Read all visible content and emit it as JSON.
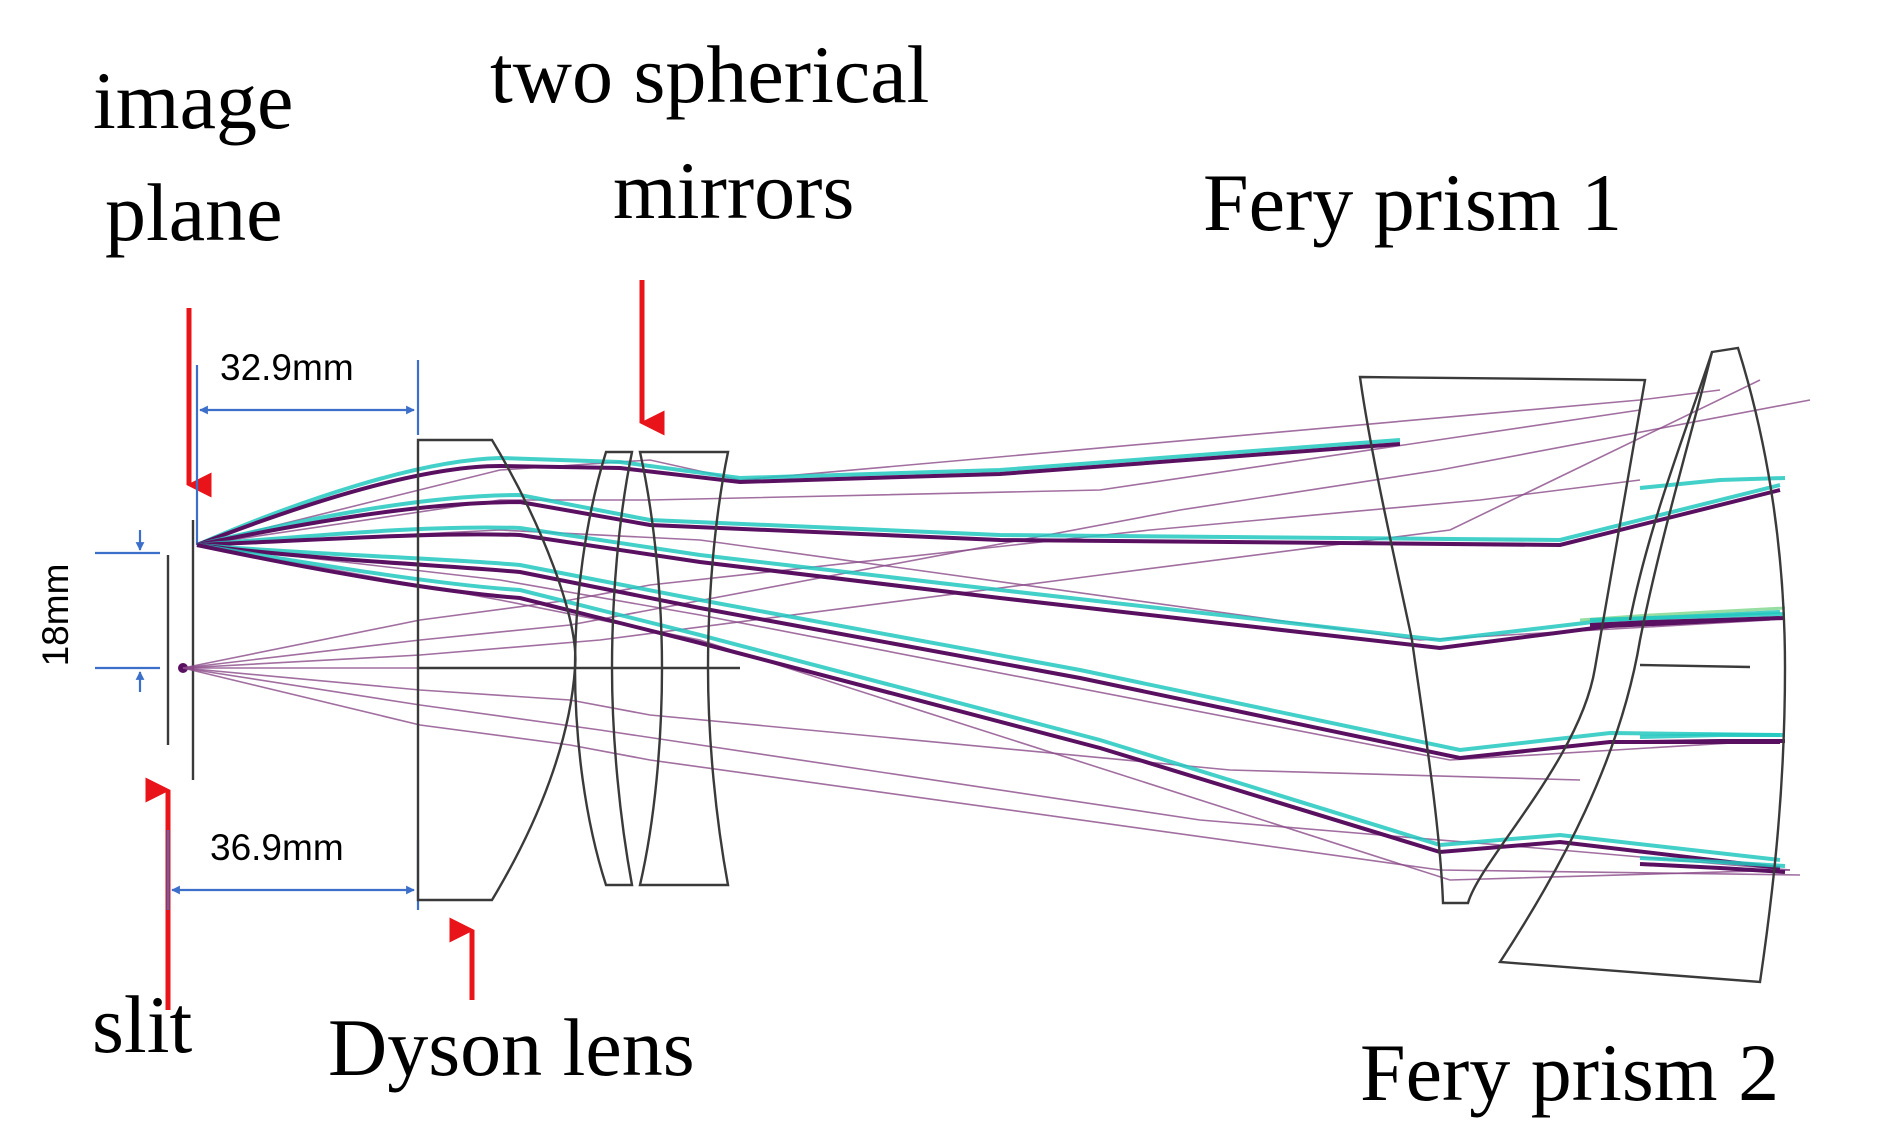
{
  "labels": {
    "image_plane_line1": "image",
    "image_plane_line2": "plane",
    "mirrors_line1": "two spherical",
    "mirrors_line2": "mirrors",
    "fery1": "Fery prism 1",
    "fery2": "Fery prism 2",
    "slit": "slit",
    "dyson": "Dyson lens"
  },
  "dimensions": {
    "top": "32.9mm",
    "bottom": "36.9mm",
    "height": "18mm"
  },
  "colors": {
    "arrow": "#e8141a",
    "dimension": "#3b6fc9",
    "ray_primary": "#5a1060",
    "ray_secondary": "#22c8c0"
  }
}
